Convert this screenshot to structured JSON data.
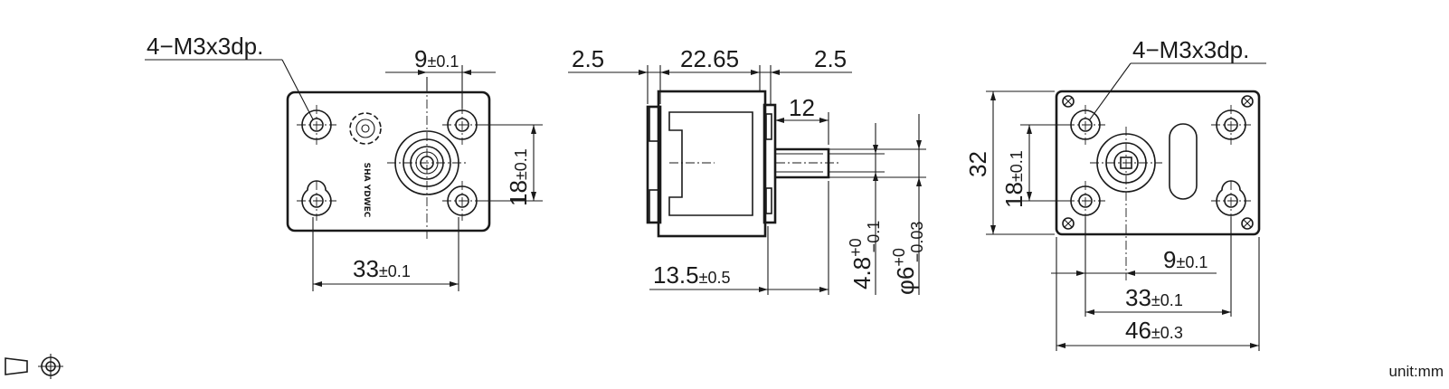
{
  "units": {
    "label": "unit:mm"
  },
  "front_view": {
    "hole_callout": "4−M3x3dp.",
    "shaft_offset": {
      "nominal": "9",
      "tol": "±0.1"
    },
    "hole_spacing_vertical": {
      "nominal": "18",
      "tol": "±0.1"
    },
    "hole_spacing_horizontal": {
      "nominal": "33",
      "tol": "±0.1"
    },
    "marking_text": "SHA YDWEC"
  },
  "side_view": {
    "left_flange": "2.5",
    "body_length": "22.65",
    "right_flange": "2.5",
    "shaft_length": "12",
    "gearbox_length": {
      "nominal": "13.5",
      "tol": "±0.5"
    },
    "shaft_flat": {
      "nominal": "4.8",
      "tol_upper": "+0",
      "tol_lower": "−0.1"
    },
    "shaft_diameter": {
      "nominal": "φ6",
      "tol_upper": "+0",
      "tol_lower": "−0.03"
    }
  },
  "rear_view": {
    "hole_callout": "4−M3x3dp.",
    "height": "32",
    "hole_spacing_vertical": {
      "nominal": "18",
      "tol": "±0.1"
    },
    "shaft_offset": {
      "nominal": "9",
      "tol": "±0.1"
    },
    "hole_spacing_horizontal": {
      "nominal": "33",
      "tol": "±0.1"
    },
    "overall_width": {
      "nominal": "46",
      "tol": "±0.3"
    }
  },
  "projection_symbol": "third-angle-projection-icon"
}
